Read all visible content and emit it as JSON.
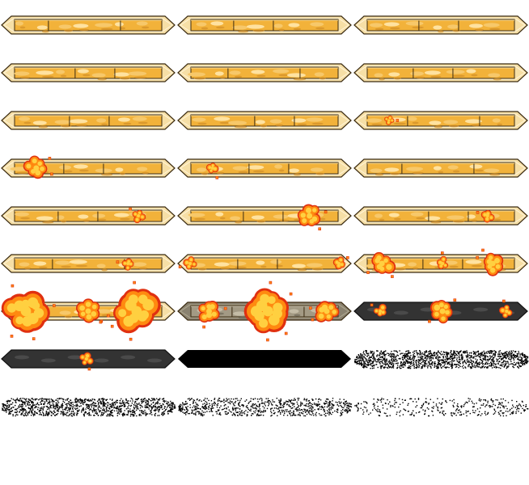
{
  "sheet": {
    "layout": {
      "columns": 3,
      "rows": 9,
      "frames": 27
    },
    "palette": {
      "background": "#ffffff",
      "outline": "#3a2a10",
      "shell": "#f6dfa6",
      "shell_light": "#fff4d8",
      "core": "#f2b23a",
      "core_mid": "#f7c86a",
      "core_light": "#ffe2a0",
      "core_dark": "#d28f28",
      "fire_outer": "#e03010",
      "fire_mid": "#ff8a10",
      "fire_inner": "#ffd040",
      "burnt": "#8a8270",
      "charred": "#333333",
      "black": "#000000"
    },
    "frames": [
      {
        "state": "intact",
        "fires": []
      },
      {
        "state": "intact",
        "fires": []
      },
      {
        "state": "intact",
        "fires": []
      },
      {
        "state": "intact",
        "fires": []
      },
      {
        "state": "intact",
        "fires": []
      },
      {
        "state": "intact",
        "fires": []
      },
      {
        "state": "intact",
        "fires": []
      },
      {
        "state": "intact",
        "fires": []
      },
      {
        "state": "intact",
        "fires": [
          {
            "pos": 0.2,
            "size": "xs"
          }
        ]
      },
      {
        "state": "intact",
        "fires": [
          {
            "pos": 0.2,
            "size": "m"
          }
        ]
      },
      {
        "state": "intact",
        "fires": [
          {
            "pos": 0.2,
            "size": "s"
          }
        ]
      },
      {
        "state": "intact",
        "fires": []
      },
      {
        "state": "intact",
        "fires": [
          {
            "pos": 0.79,
            "size": "s"
          }
        ]
      },
      {
        "state": "intact",
        "fires": [
          {
            "pos": 0.76,
            "size": "m"
          }
        ]
      },
      {
        "state": "intact",
        "fires": [
          {
            "pos": 0.77,
            "size": "s"
          }
        ]
      },
      {
        "state": "intact",
        "fires": [
          {
            "pos": 0.73,
            "size": "s"
          }
        ]
      },
      {
        "state": "intact",
        "fires": [
          {
            "pos": 0.07,
            "size": "s"
          },
          {
            "pos": 0.93,
            "size": "s"
          }
        ]
      },
      {
        "state": "intact",
        "fires": [
          {
            "pos": 0.16,
            "size": "m"
          },
          {
            "pos": 0.51,
            "size": "s"
          },
          {
            "pos": 0.8,
            "size": "m"
          }
        ]
      },
      {
        "state": "intact",
        "fires": [
          {
            "pos": 0.14,
            "size": "xl"
          },
          {
            "pos": 0.5,
            "size": "m"
          },
          {
            "pos": 0.78,
            "size": "xl"
          }
        ]
      },
      {
        "state": "burnt",
        "fires": [
          {
            "pos": 0.18,
            "size": "m"
          },
          {
            "pos": 0.52,
            "size": "xl"
          },
          {
            "pos": 0.86,
            "size": "m"
          }
        ]
      },
      {
        "state": "charred",
        "fires": [
          {
            "pos": 0.15,
            "size": "s"
          },
          {
            "pos": 0.51,
            "size": "m"
          },
          {
            "pos": 0.88,
            "size": "s"
          }
        ]
      },
      {
        "state": "charred",
        "fires": [
          {
            "pos": 0.49,
            "size": "s"
          }
        ]
      },
      {
        "state": "black",
        "fires": []
      },
      {
        "state": "dissolve",
        "fires": [],
        "density": 0.55
      },
      {
        "state": "dissolve",
        "fires": [],
        "density": 0.45
      },
      {
        "state": "dissolve",
        "fires": [],
        "density": 0.3
      },
      {
        "state": "dissolve",
        "fires": [],
        "density": 0.14
      }
    ]
  }
}
